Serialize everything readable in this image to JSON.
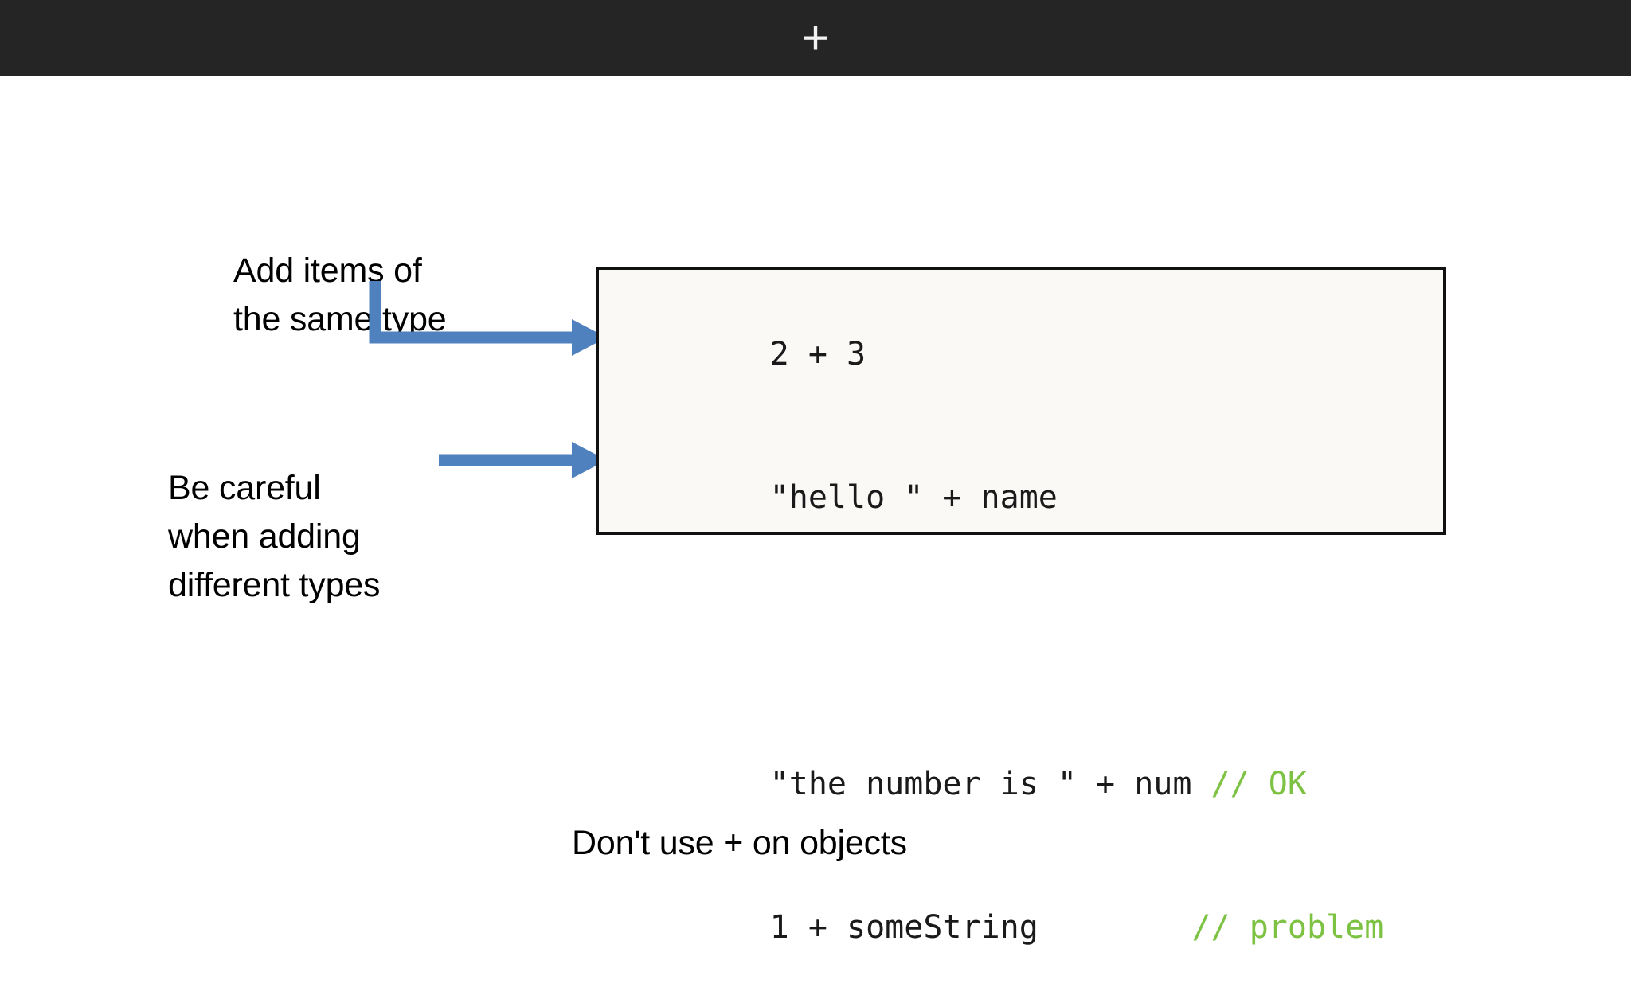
{
  "topbar": {
    "icon": "plus-icon",
    "label": "+",
    "background_color": "#252525"
  },
  "slide": {
    "background_color": "#ffffff",
    "annotations": [
      {
        "id": "add-same-type",
        "lines": [
          "Add items of",
          "the same type"
        ],
        "text": "Add items of\nthe same type"
      },
      {
        "id": "be-careful",
        "lines": [
          "Be careful",
          "when adding",
          "different types"
        ],
        "text": "Be careful\nwhen adding\ndifferent types"
      }
    ],
    "bottom_note": "Don't use + on objects",
    "arrows": [
      {
        "id": "elbow-arrow-to-code-line-2",
        "shape": "elbow",
        "color": "#4e81bd"
      },
      {
        "id": "straight-arrow-to-code-line-4",
        "shape": "straight",
        "color": "#4e81bd"
      }
    ],
    "code_block": {
      "background_color": "#faf9f6",
      "border_color": "#111111",
      "comment_color": "#7dc242",
      "text_color": "#1a1a1a",
      "lines": [
        {
          "code": "2 + 3",
          "comment": ""
        },
        {
          "code": "\"hello \" + name",
          "comment": ""
        },
        {
          "code": "",
          "comment": ""
        },
        {
          "code": "\"the number is \" + num ",
          "comment": "// OK"
        },
        {
          "code": "1 + someString        ",
          "comment": "// problem"
        }
      ]
    }
  }
}
